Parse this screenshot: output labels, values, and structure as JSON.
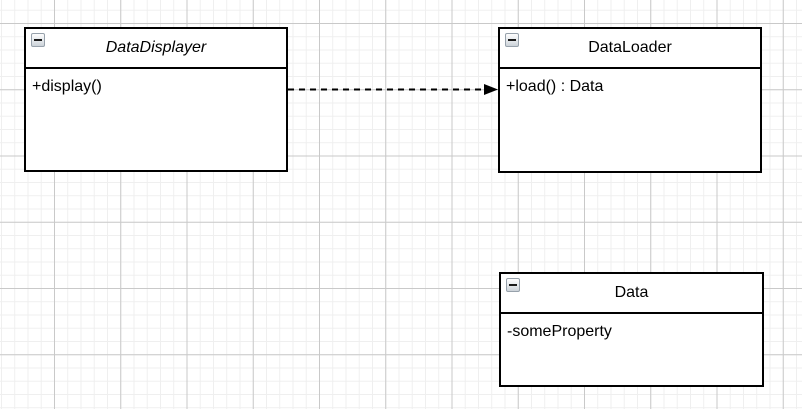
{
  "canvas": {
    "background_color": "#ffffff",
    "grid": {
      "minor_color": "#efefef",
      "major_color": "#c9c9c9"
    }
  },
  "diagram": {
    "type": "uml-class-diagram",
    "classes": [
      {
        "title": "DataDisplayer",
        "title_style": "italic",
        "members": [
          "+display()"
        ],
        "collapse_icon": "minus-square-icon",
        "border_color": "#000000",
        "fill_color": "#ffffff",
        "text_color": "#000000"
      },
      {
        "title": "DataLoader",
        "title_style": "normal",
        "members": [
          "+load() : Data"
        ],
        "collapse_icon": "minus-square-icon",
        "border_color": "#000000",
        "fill_color": "#ffffff",
        "text_color": "#000000"
      },
      {
        "title": "Data",
        "title_style": "normal",
        "members": [
          "-someProperty"
        ],
        "collapse_icon": "minus-square-icon",
        "border_color": "#000000",
        "fill_color": "#ffffff",
        "text_color": "#000000"
      }
    ],
    "connectors": [
      {
        "from": "DataDisplayer",
        "to": "DataLoader",
        "line_style": "dashed",
        "arrowhead": "filled-triangle",
        "color": "#000000"
      }
    ]
  }
}
